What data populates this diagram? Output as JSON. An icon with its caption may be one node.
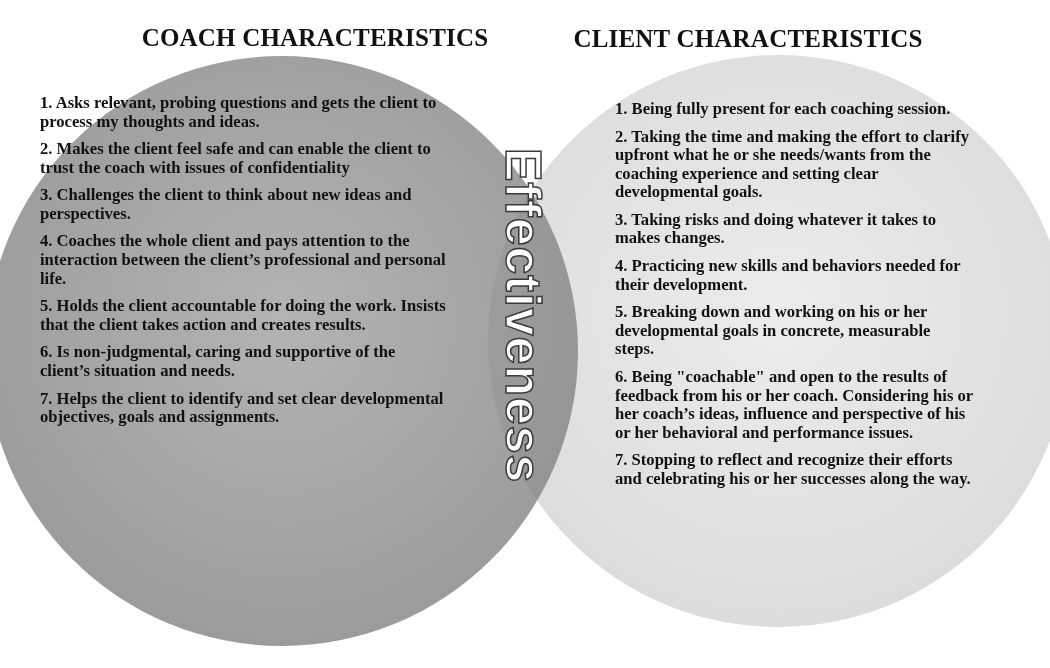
{
  "diagram": {
    "nodes": [
      {
        "text": [
          "COACH CHARACTERISTICS",
          "1. Asks relevant, probing questions and gets the client to process my thoughts and ideas.",
          "2. Makes the client feel safe and can enable the client to trust the coach with issues of confidentiality",
          "3. Challenges the client to think about new ideas and perspectives.",
          "4. Coaches the whole client and pays attention to the interaction between the client’s professional and personal life.",
          "5. Holds the client accountable for doing the work. Insists that the client takes action and creates results.",
          "6. Is non-judgmental, caring and supportive of the client’s situation and needs.",
          "7. Helps the client to identify and set clear developmental objectives, goals and assignments."
        ]
      },
      {
        "text": [
          "CLIENT CHARACTERISTICS",
          "1. Being fully present for each coaching session.",
          "2. Taking the time and making the effort to clarify upfront what he or she needs/wants from the coaching experience and setting clear developmental goals.",
          "3. Taking risks and doing whatever it takes to makes changes.",
          "4. Practicing new skills and behaviors needed for their development.",
          "5. Breaking down and working on his or her developmental goals in concrete, measurable steps.",
          "6. Being \"coachable\" and open to the results of feedback from his or her coach. Considering his or her coach’s ideas, influence and perspective of his or her behavioral and performance issues.",
          "7. Stopping to reflect and recognize their efforts and celebrating his or her successes along the way."
        ]
      }
    ],
    "labels": [
      "Effectiveness"
    ]
  }
}
